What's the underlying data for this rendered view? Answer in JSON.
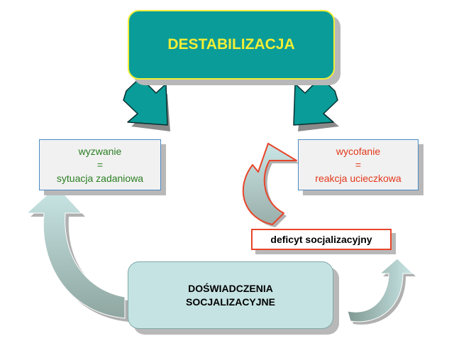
{
  "top": {
    "title": "DESTABILIZACJA"
  },
  "left": {
    "line1": "wyzwanie",
    "line2": "=",
    "line3": "sytuacja zadaniowa"
  },
  "right": {
    "line1": "wycofanie",
    "line2": "=",
    "line3": "reakcja ucieczkowa"
  },
  "deficit": {
    "label": "deficyt socjalizacyjny"
  },
  "bottom": {
    "line1": "DOŚWIADCZENIA",
    "line2": "SOCJALIZACYJNE"
  },
  "colors": {
    "top_fill": "#0a9c98",
    "top_text": "#f2ee36",
    "left_text": "#2a7f22",
    "right_text": "#e2381a",
    "bottom_fill": "#c6e3e3",
    "arrow_teal": "#0a9c98",
    "deficit_border": "#e8452a"
  },
  "icons": [
    "arrow-down-right-icon",
    "arrow-down-left-icon",
    "curved-arrow-left-icon",
    "curved-arrow-right-icon",
    "curved-arrow-red-icon"
  ]
}
